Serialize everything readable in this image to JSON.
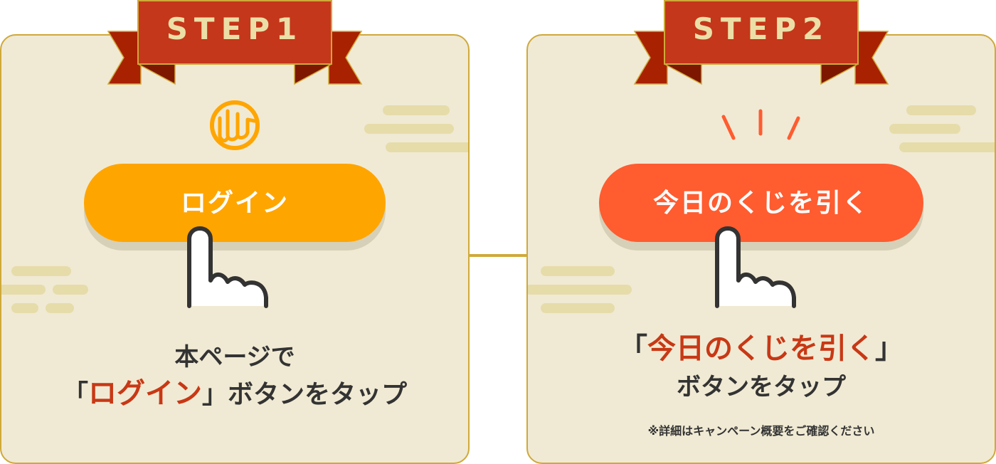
{
  "steps": [
    {
      "banner_label": "STEP1",
      "icon": "fist-coin-icon",
      "button_label": "ログイン",
      "caption_line1": "本ページで",
      "caption_open_bracket": "「",
      "caption_highlight": "ログイン",
      "caption_close_bracket": "」",
      "caption_rest": "ボタンをタップ"
    },
    {
      "banner_label": "STEP2",
      "icon": "sparkle-lines-icon",
      "button_label": "今日のくじを引く",
      "caption_open_bracket": "「",
      "caption_highlight": "今日のくじを引く",
      "caption_close_bracket": "」",
      "caption_line2": "ボタンをタップ",
      "note": "※詳細はキャンペーン概要をご確認ください"
    }
  ],
  "colors": {
    "card_bg": "#f0ead4",
    "card_border": "#cfa93a",
    "banner_red": "#c4371a",
    "banner_dark": "#a82100",
    "banner_text": "#ebdfa7",
    "login_button": "#ffa500",
    "lottery_button": "#ff5c30",
    "highlight_text": "#c83815",
    "body_text": "#333333",
    "cloud": "#e6dcaa"
  }
}
